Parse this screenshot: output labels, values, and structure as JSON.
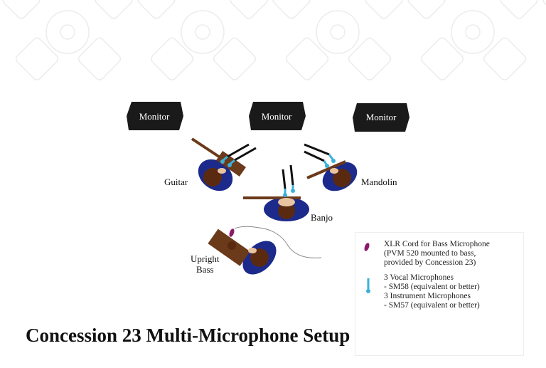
{
  "diagram": {
    "title": "Concession 23 Multi-Microphone Setup",
    "monitors": [
      "Monitor",
      "Monitor",
      "Monitor"
    ],
    "players": {
      "guitar": "Guitar",
      "banjo": "Banjo",
      "mandolin": "Mandolin",
      "bass_line1": "Upright",
      "bass_line2": "Bass"
    },
    "legend": {
      "xlr_line1": "XLR Cord for Bass Microphone",
      "xlr_line2": "(PVM 520 mounted to bass,",
      "xlr_line3": "provided by Concession 23)",
      "mic_line1": "3 Vocal Microphones",
      "mic_line2": "- SM58 (equivalent or better)",
      "mic_line3": "3 Instrument Microphones",
      "mic_line4": "- SM57 (equivalent or better)"
    }
  },
  "colors": {
    "monitor": "#1a1a1a",
    "shoulders": "#1c2a8c",
    "head": "#5a2a10",
    "skin": "#e8c4a0",
    "instrument_wood": "#6b3a1a",
    "microphone": "#3bb0d8",
    "bass_mic": "#8a1a6a",
    "cable": "#888888"
  }
}
